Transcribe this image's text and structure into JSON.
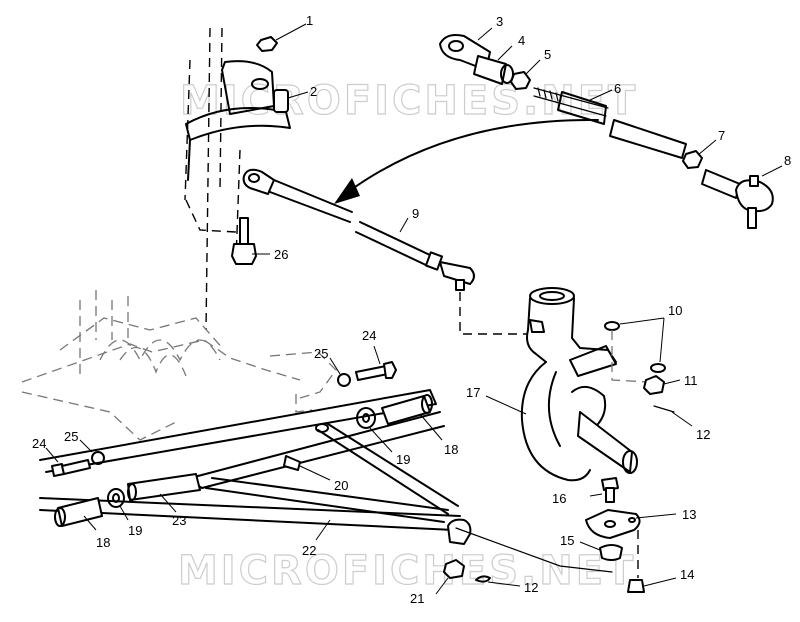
{
  "watermark": "MICROFICHES.NET",
  "callouts": {
    "c1": "1",
    "c2": "2",
    "c3": "3",
    "c4": "4",
    "c5": "5",
    "c6": "6",
    "c7": "7",
    "c8": "8",
    "c9": "9",
    "c10": "10",
    "c11": "11",
    "c12a": "12",
    "c12b": "12",
    "c13": "13",
    "c14": "14",
    "c15": "15",
    "c16": "16",
    "c17": "17",
    "c18a": "18",
    "c18b": "18",
    "c19a": "19",
    "c19b": "19",
    "c20": "20",
    "c21": "21",
    "c22": "22",
    "c23": "23",
    "c24a": "24",
    "c24b": "24",
    "c25a": "25",
    "c25b": "25",
    "c26": "26"
  }
}
